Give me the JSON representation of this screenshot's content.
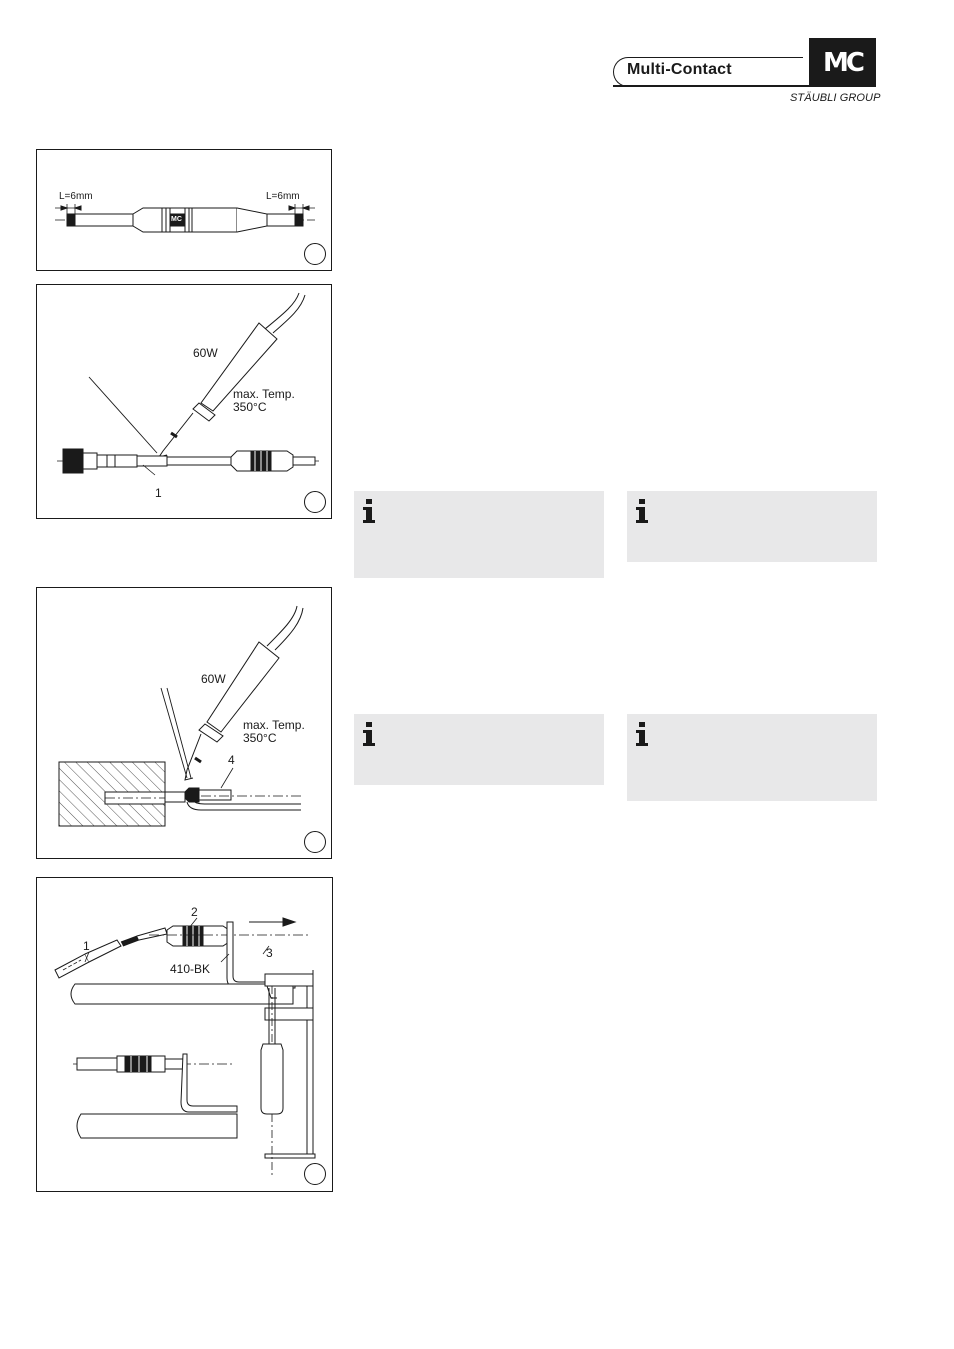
{
  "header": {
    "brand": "Multi-Contact",
    "logo_mark": "MC",
    "group": "STÄUBLI GROUP"
  },
  "figures": [
    {
      "id": "fig1",
      "labels": {
        "left_length": "L=6mm",
        "right_length": "L=6mm",
        "body_mark": "MC"
      }
    },
    {
      "id": "fig2",
      "labels": {
        "power": "60W",
        "temp": "max. Temp.\n350°C",
        "part_1": "1"
      }
    },
    {
      "id": "fig3",
      "labels": {
        "power": "60W",
        "temp": "max. Temp.\n350°C",
        "part_4": "4"
      }
    },
    {
      "id": "fig4",
      "labels": {
        "part_1": "1",
        "part_2": "2",
        "part_3": "3",
        "tool": "410-BK"
      }
    }
  ],
  "info_boxes": [
    {
      "icon": "info-icon"
    },
    {
      "icon": "info-icon"
    },
    {
      "icon": "info-icon"
    },
    {
      "icon": "info-icon"
    }
  ],
  "colors": {
    "ink": "#1a1a1a",
    "info_bg": "#e8e8e9",
    "hatch": "#555555"
  }
}
